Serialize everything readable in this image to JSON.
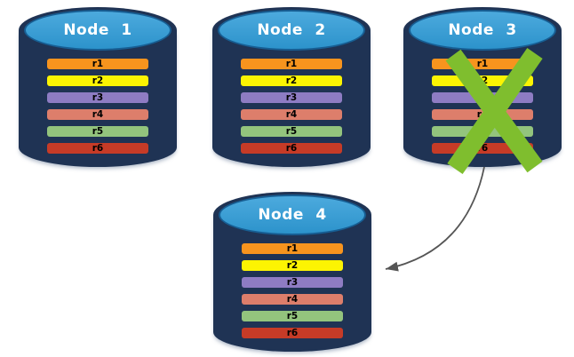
{
  "nodes": [
    {
      "label": "Node 1",
      "failed": false,
      "replicas": [
        {
          "label": "r1",
          "color": "#F7941E"
        },
        {
          "label": "r2",
          "color": "#FCF402"
        },
        {
          "label": "r3",
          "color": "#8E7CC3"
        },
        {
          "label": "r4",
          "color": "#DD7E6B"
        },
        {
          "label": "r5",
          "color": "#93C47D"
        },
        {
          "label": "r6",
          "color": "#C63B27"
        }
      ]
    },
    {
      "label": "Node 2",
      "failed": false,
      "replicas": [
        {
          "label": "r1",
          "color": "#F7941E"
        },
        {
          "label": "r2",
          "color": "#FCF402"
        },
        {
          "label": "r3",
          "color": "#8E7CC3"
        },
        {
          "label": "r4",
          "color": "#DD7E6B"
        },
        {
          "label": "r5",
          "color": "#93C47D"
        },
        {
          "label": "r6",
          "color": "#C63B27"
        }
      ]
    },
    {
      "label": "Node 3",
      "failed": true,
      "replicas": [
        {
          "label": "r1",
          "color": "#F7941E"
        },
        {
          "label": "r2",
          "color": "#FCF402"
        },
        {
          "label": "r3",
          "color": "#8E7CC3"
        },
        {
          "label": "r4",
          "color": "#DD7E6B"
        },
        {
          "label": "r5",
          "color": "#93C47D"
        },
        {
          "label": "r6",
          "color": "#C63B27"
        }
      ]
    },
    {
      "label": "Node 4",
      "failed": false,
      "replicas": [
        {
          "label": "r1",
          "color": "#F7941E"
        },
        {
          "label": "r2",
          "color": "#FCF402"
        },
        {
          "label": "r3",
          "color": "#8E7CC3"
        },
        {
          "label": "r4",
          "color": "#DD7E6B"
        },
        {
          "label": "r5",
          "color": "#93C47D"
        },
        {
          "label": "r6",
          "color": "#C63B27"
        }
      ]
    }
  ],
  "arrow": {
    "from_node": "Node 3",
    "to_node": "Node 4"
  },
  "failed_node": "Node 3",
  "colors": {
    "cylinder_body": "#1F3354",
    "cylinder_top": "#2F9CD8",
    "cylinder_top_border": "#175E93",
    "failure_x": "#7FBE2E",
    "arrow": "#555555",
    "background": "#FFFFFF"
  }
}
